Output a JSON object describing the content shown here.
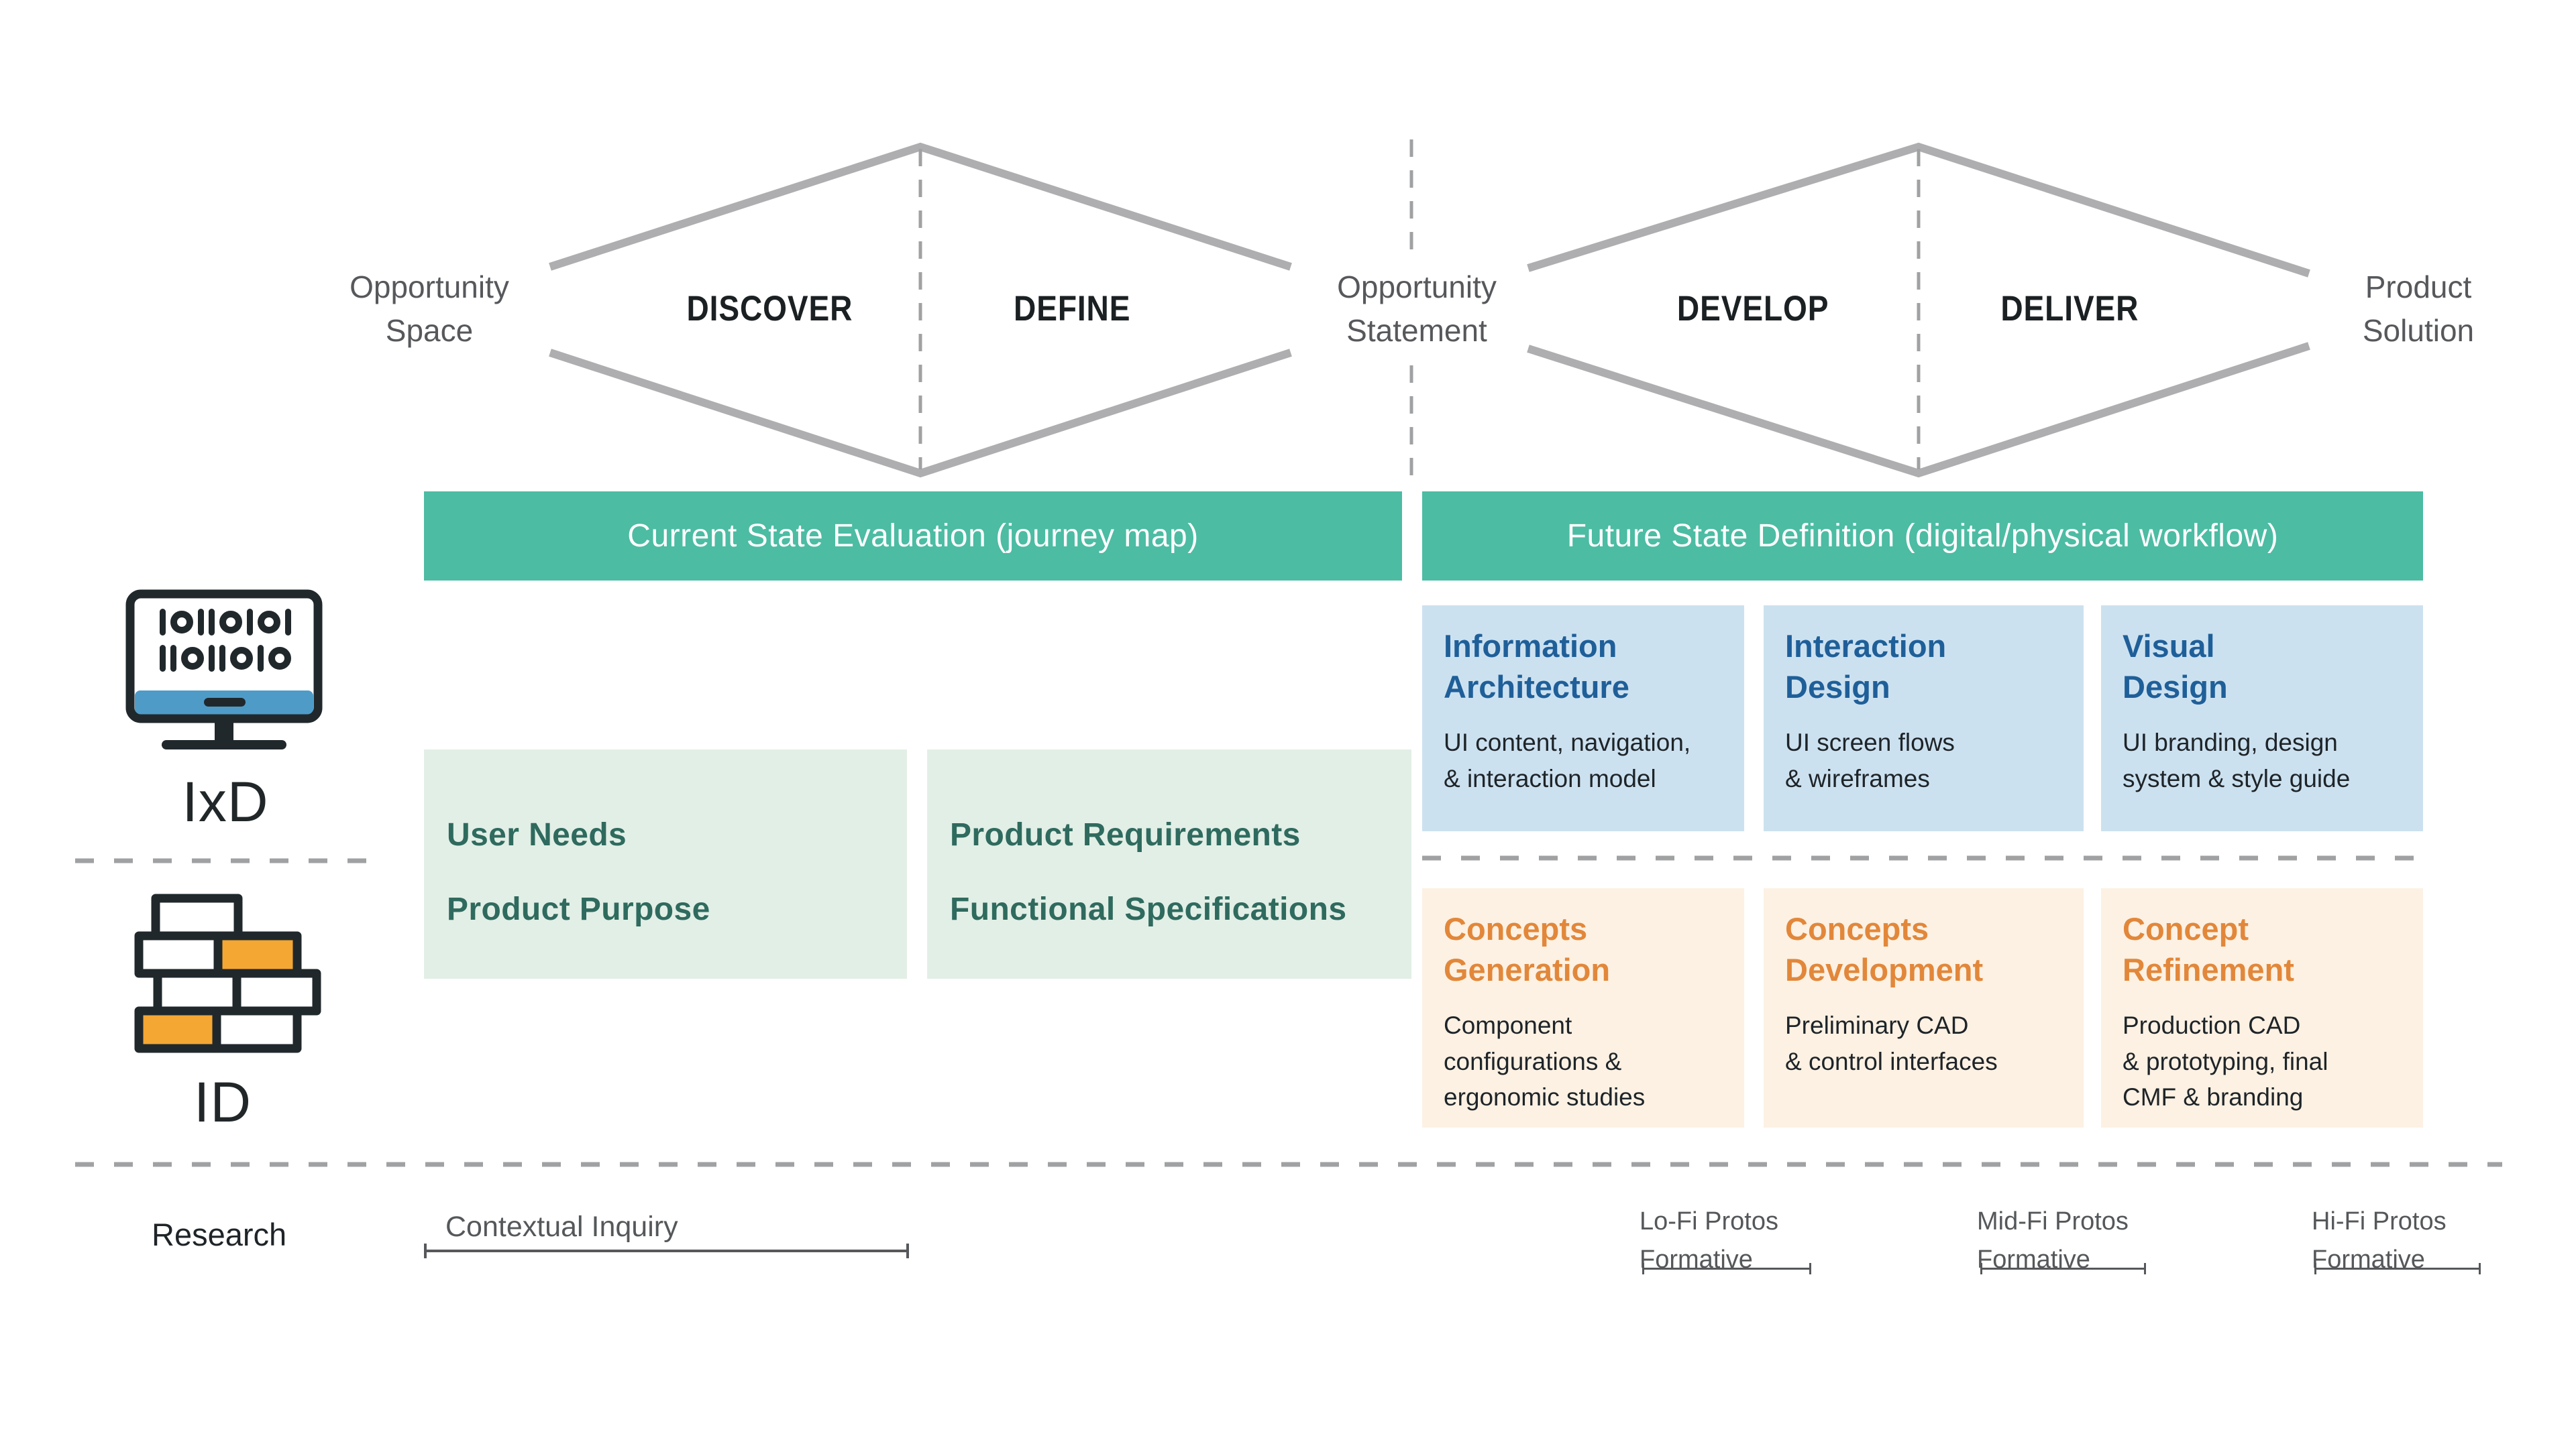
{
  "diamond": {
    "opportunity_space": "Opportunity\nSpace",
    "discover": "DISCOVER",
    "define": "DEFINE",
    "opportunity_statement": "Opportunity\nStatement",
    "develop": "DEVELOP",
    "deliver": "DELIVER",
    "product_solution": "Product\nSolution"
  },
  "banners": {
    "current_state": "Current State Evaluation (journey map)",
    "future_state": "Future State Definition (digital/physical workflow)"
  },
  "ixd_row": {
    "label": "IxD",
    "monitor_binary_row1": "10110101",
    "monitor_binary_row2": "11011010",
    "note_boxes": [
      {
        "items": [
          "User Needs",
          "Product Purpose"
        ]
      },
      {
        "items": [
          "Product Requirements",
          "Functional Specifications"
        ]
      }
    ],
    "cards": [
      {
        "title": "Information\nArchitecture",
        "body": "UI content, navigation,\n& interaction model"
      },
      {
        "title": "Interaction\nDesign",
        "body": "UI screen flows\n& wireframes"
      },
      {
        "title": "Visual\nDesign",
        "body": "UI branding, design\nsystem & style guide"
      }
    ]
  },
  "id_row": {
    "label": "ID",
    "cards": [
      {
        "title": "Concepts\nGeneration",
        "body": "Component\nconfigurations &\nergonomic studies"
      },
      {
        "title": "Concepts\nDevelopment",
        "body": "Preliminary CAD\n& control interfaces"
      },
      {
        "title": "Concept\nRefinement",
        "body": "Production CAD\n& prototyping, final\nCMF & branding"
      }
    ]
  },
  "research_row": {
    "label": "Research",
    "contextual_inquiry": "Contextual Inquiry",
    "protos": [
      {
        "label": "Lo-Fi Protos\nFormative"
      },
      {
        "label": "Mid-Fi Protos\nFormative"
      },
      {
        "label": "Hi-Fi Protos\nFormative"
      }
    ]
  },
  "colors": {
    "teal_banner": "#4cbca3",
    "pale_green": "#e2efe6",
    "teal_text": "#2f6a5e",
    "pale_blue": "#cce1f0",
    "blue_text": "#1f5f99",
    "pale_orange": "#fcf1e3",
    "orange_text": "#e2873a",
    "brick_orange": "#f5a733",
    "monitor_blue": "#4e9bc8",
    "line_gray": "#aeaeb0",
    "dash_gray": "#a0a1a3",
    "text_gray": "#56585b",
    "text_dark": "#1e2428"
  }
}
